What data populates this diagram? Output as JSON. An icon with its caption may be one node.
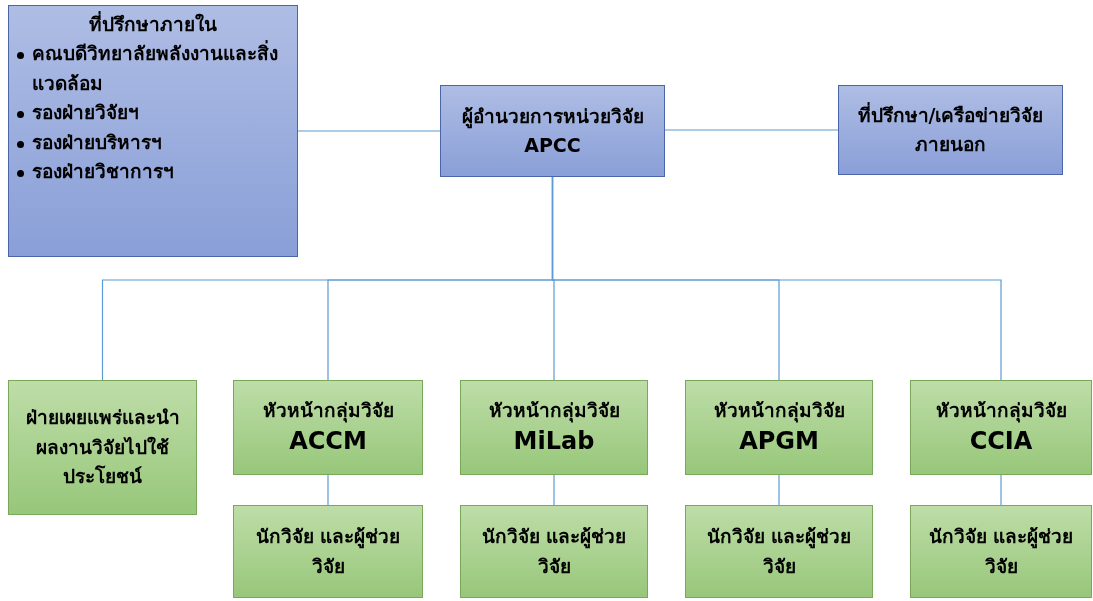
{
  "diagram": {
    "nodes": [
      {
        "text": [
          "ที่ปรึกษาภายใน",
          "คณบดีวิทยาลัยพลังงานและสิ่งแวดล้อม",
          "รองฝ่ายวิจัยฯ",
          "รองฝ่ายบริหารฯ",
          "รองฝ่ายวิชาการฯ"
        ]
      },
      {
        "text": [
          "ผู้อำนวยการหน่วยวิจัย APCC"
        ]
      },
      {
        "text": [
          "ที่ปรึกษา/เครือข่ายวิจัยภายนอก"
        ]
      },
      {
        "text": [
          "ฝ่ายเผยแพร่และนำผลงานวิจัยไปใช้ประโยชน์"
        ]
      },
      {
        "text": [
          "หัวหน้ากลุ่มวิจัย",
          "ACCM"
        ]
      },
      {
        "text": [
          "หัวหน้ากลุ่มวิจัย",
          "MiLab"
        ]
      },
      {
        "text": [
          "หัวหน้ากลุ่มวิจัย",
          "APGM"
        ]
      },
      {
        "text": [
          "หัวหน้ากลุ่มวิจัย",
          "CCIA"
        ]
      },
      {
        "text": [
          "นักวิจัย และผู้ช่วยวิจัย"
        ]
      },
      {
        "text": [
          "นักวิจัย และผู้ช่วยวิจัย"
        ]
      },
      {
        "text": [
          "นักวิจัย และผู้ช่วยวิจัย"
        ]
      },
      {
        "text": [
          "นักวิจัย และผู้ช่วยวิจัย"
        ]
      }
    ],
    "edges": [
      {
        "from": 0,
        "to": 1,
        "arrow": "none"
      },
      {
        "from": 1,
        "to": 2,
        "arrow": "none"
      },
      {
        "from": 1,
        "to": 3,
        "arrow": "none"
      },
      {
        "from": 1,
        "to": 4,
        "arrow": "none"
      },
      {
        "from": 1,
        "to": 5,
        "arrow": "none"
      },
      {
        "from": 1,
        "to": 6,
        "arrow": "none"
      },
      {
        "from": 1,
        "to": 7,
        "arrow": "none"
      },
      {
        "from": 4,
        "to": 8,
        "arrow": "none"
      },
      {
        "from": 5,
        "to": 9,
        "arrow": "none"
      },
      {
        "from": 6,
        "to": 10,
        "arrow": "none"
      },
      {
        "from": 7,
        "to": 11,
        "arrow": "none"
      }
    ]
  }
}
